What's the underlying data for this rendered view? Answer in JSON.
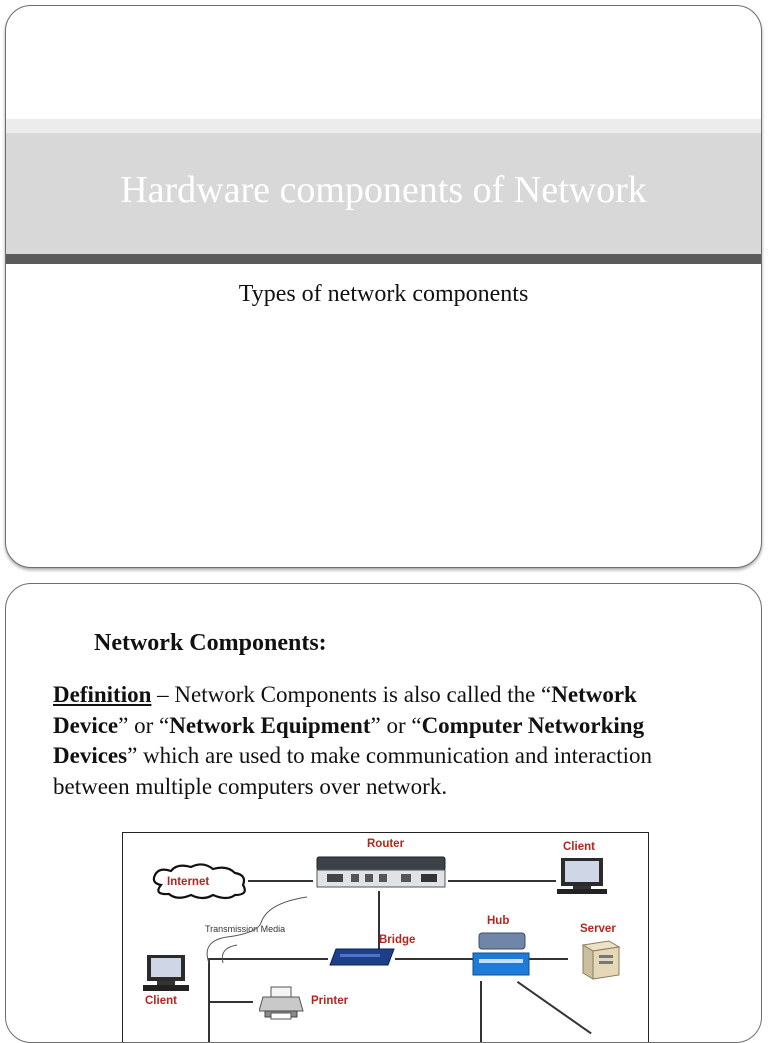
{
  "slide1": {
    "title": "Hardware components of Network",
    "subtitle": "Types of network components"
  },
  "slide2": {
    "heading": "Network Components:",
    "definition": {
      "label": "Definition",
      "text_1": " – Network Components  is  also  called the “",
      "bold_1": "Network Device",
      "text_2": "” or “",
      "bold_2": "Network Equipment",
      "text_3": "” or “",
      "bold_3": "Computer Networking Devices",
      "text_4": "” which are used to  make communication and interaction between multiple computers over network."
    },
    "diagram": {
      "internet": "Internet",
      "router": "Router",
      "client_top": "Client",
      "transmission": "Transmission Media",
      "hub": "Hub",
      "server": "Server",
      "bridge": "Bridge",
      "client_left": "Client",
      "printer": "Printer"
    }
  },
  "colors": {
    "band": "#d8d8d8",
    "band_dark": "#5a5a5a",
    "diagram_label": "#b3261e"
  }
}
